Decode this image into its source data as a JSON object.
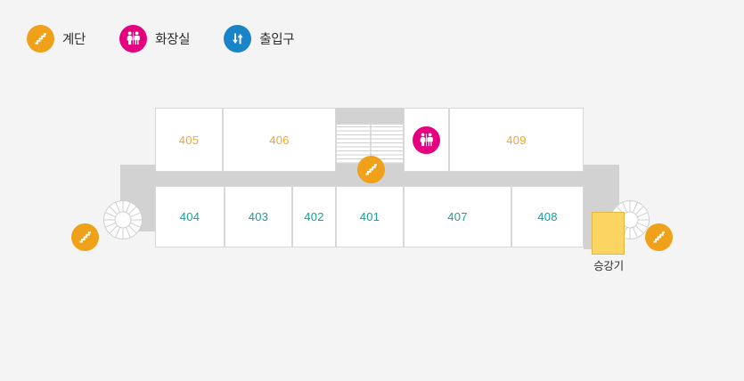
{
  "legend": {
    "items": [
      {
        "icon": "stairs-icon",
        "label": "계단",
        "color": "#f0a11a"
      },
      {
        "icon": "restroom-icon",
        "label": "화장실",
        "color": "#e5007f"
      },
      {
        "icon": "entrance-exit-icon",
        "label": "출입구",
        "color": "#1a84c8"
      }
    ]
  },
  "floorplan": {
    "upper_rooms": [
      {
        "number": "405"
      },
      {
        "number": "406"
      },
      {
        "number": "409"
      }
    ],
    "lower_rooms": [
      {
        "number": "404"
      },
      {
        "number": "403"
      },
      {
        "number": "402"
      },
      {
        "number": "401"
      },
      {
        "number": "407"
      },
      {
        "number": "408"
      }
    ],
    "elevator": {
      "label": "승강기",
      "color": "#fcd462"
    },
    "markers": [
      {
        "icon": "restroom-icon",
        "name": "restroom-marker"
      },
      {
        "icon": "stairs-icon",
        "name": "stairs-marker-center"
      },
      {
        "icon": "stairs-icon",
        "name": "stairs-marker-left"
      },
      {
        "icon": "stairs-icon",
        "name": "stairs-marker-right"
      }
    ],
    "colors": {
      "corridor": "#d2d2d2",
      "room_fill": "#ffffff",
      "room_border": "#d8d8d8",
      "upper_label": "#f5a623",
      "lower_label": "#11a0a0",
      "background": "#f4f4f4"
    }
  }
}
